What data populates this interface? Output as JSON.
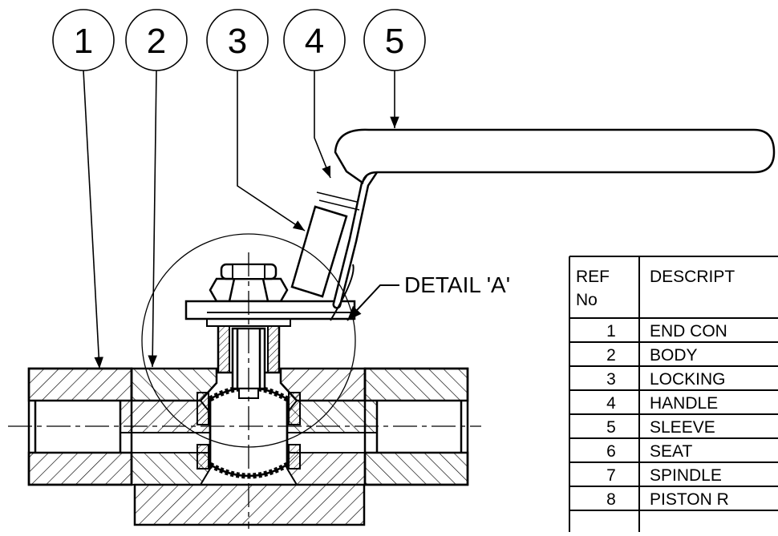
{
  "balloons": [
    {
      "ref": "1"
    },
    {
      "ref": "2"
    },
    {
      "ref": "3"
    },
    {
      "ref": "4"
    },
    {
      "ref": "5"
    }
  ],
  "detail_label": "DETAIL 'A'",
  "parts_table": {
    "header_ref": "REF",
    "header_no": "No",
    "header_description": "DESCRIPT",
    "rows": [
      {
        "ref": "1",
        "description": "END CON"
      },
      {
        "ref": "2",
        "description": "BODY"
      },
      {
        "ref": "3",
        "description": "LOCKING"
      },
      {
        "ref": "4",
        "description": "HANDLE"
      },
      {
        "ref": "5",
        "description": "SLEEVE"
      },
      {
        "ref": "6",
        "description": "SEAT"
      },
      {
        "ref": "7",
        "description": "SPINDLE"
      },
      {
        "ref": "8",
        "description": "PISTON R"
      }
    ]
  },
  "colors": {
    "ink": "#000000",
    "paper": "#ffffff"
  }
}
